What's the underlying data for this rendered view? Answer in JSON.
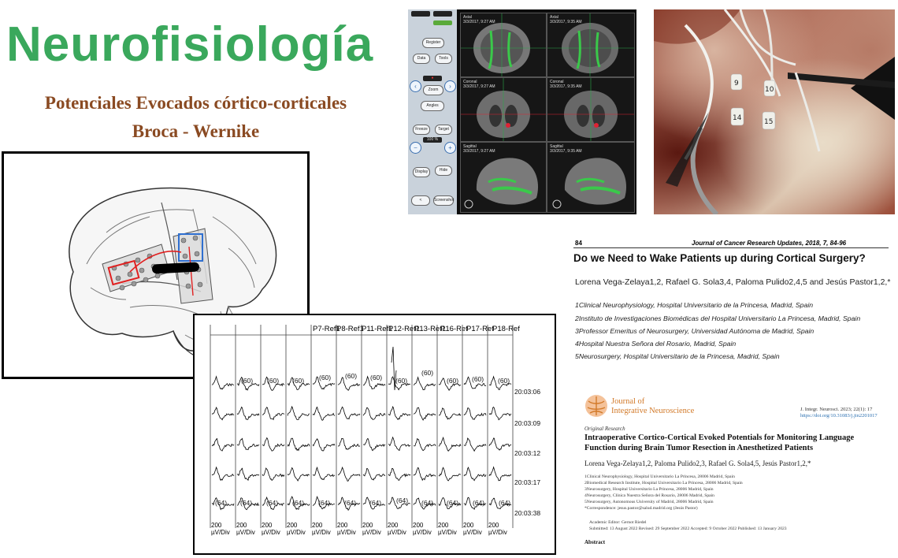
{
  "title": "Neurofisiología",
  "subtitle_line1": "Potenciales Evocados córtico-corticales",
  "subtitle_line2": "Broca - Wernike",
  "eeg": {
    "leads": [
      "P7-Ref1",
      "P8-Ref1",
      "P11-Ref1",
      "P12-Ref1",
      "P13-Ref1",
      "P16-Ref",
      "P17-Ref",
      "P18-Ref"
    ],
    "top_latencies": [
      "(60)",
      "(60)",
      "(60)",
      "(60)",
      "(60)",
      "(60)",
      "(60)",
      "(60)",
      "(60)",
      "(60)",
      "(60)"
    ],
    "bottom_latencies": [
      "(64)",
      "(64)",
      "(64)",
      "(64)",
      "(64)",
      "(64)",
      "(64)",
      "(64)",
      "(64)",
      "(64)",
      "(64)",
      "(64)"
    ],
    "times": [
      "20:03:06",
      "20:03:09",
      "20:03:12",
      "20:03:17",
      "20:03:38"
    ],
    "scale_top": "200",
    "scale_bottom": "µV/Div"
  },
  "nav": {
    "buttons": [
      "Register",
      "Data",
      "Tools",
      "Zoom",
      "Angles",
      "Freeze",
      "Target",
      "Display",
      "Hide",
      "Screenshot"
    ],
    "zoom_value": "100 %",
    "views": [
      {
        "plane": "Axial",
        "stamp": "3/3/2017, 9:27 AM"
      },
      {
        "plane": "Axial",
        "stamp": "3/3/2017, 9:35 AM"
      },
      {
        "plane": "Coronal",
        "stamp": "3/3/2017, 9:27 AM"
      },
      {
        "plane": "Coronal",
        "stamp": "3/3/2017, 9:35 AM"
      },
      {
        "plane": "Sagittal",
        "stamp": "3/3/2017, 9:27 AM"
      },
      {
        "plane": "Sagittal",
        "stamp": "3/3/2017, 9:35 AM"
      }
    ]
  },
  "surgery": {
    "tags": [
      "10",
      "9",
      "14",
      "15"
    ]
  },
  "paper1": {
    "page": "84",
    "journal": "Journal of Cancer Research Updates, 2018, 7, 84-96",
    "title": "Do we Need to Wake Patients up during Cortical Surgery?",
    "authors": "Lorena Vega-Zelaya1,2, Rafael G. Sola3,4, Paloma Pulido2,4,5 and Jesús Pastor1,2,*",
    "affiliations": [
      "1Clinical Neurophysiology, Hospital Universitario de la Princesa, Madrid, Spain",
      "2Instituto de Investigaciones Biomédicas del Hospital Universitario La Princesa, Madrid, Spain",
      "3Professor Emeritus of Neurosurgery, Universidad Autónoma de Madrid, Spain",
      "4Hospital Nuestra Señora del Rosario, Madrid, Spain",
      "5Neurosurgery, Hospital Universitario de la Princesa, Madrid, Spain"
    ]
  },
  "paper2": {
    "journal_line1": "Journal of",
    "journal_line2": "Integrative Neuroscience",
    "citation": "J. Integr. Neurosci. 2023; 22(1): 17",
    "doi": "https://doi.org/10.31083/j.jin2201017",
    "type": "Original Research",
    "title": "Intraoperative Cortico-Cortical Evoked Potentials for Monitoring Language Function during Brain Tumor Resection in Anesthetized Patients",
    "authors": "Lorena Vega-Zelaya1,2, Paloma Pulido2,3, Rafael G. Sola4,5, Jesús Pastor1,2,*",
    "affiliations": [
      "1Clinical Neurophysiology, Hospital Universitario La Princesa, 28006 Madrid, Spain",
      "2Biomedical Research Institute, Hospital Universitario La Princesa, 28006 Madrid, Spain",
      "3Neurosurgery, Hospital Universitario La Princesa, 28006 Madrid, Spain",
      "4Neurosurgery, Clínica Nuestra Señora del Rosario, 28006 Madrid, Spain",
      "5Neurosurgery, Autonomous University of Madrid, 28006 Madrid, Spain",
      "*Correspondence: jesus.pastor@salud.madrid.org (Jesús Pastor)"
    ],
    "editor": "Academic Editor: Gernot Riedel",
    "dates": "Submitted: 13 August 2022    Revised: 29 September 2022    Accepted: 9 October 2022    Published: 13 January 2023",
    "abstract": "Abstract"
  }
}
